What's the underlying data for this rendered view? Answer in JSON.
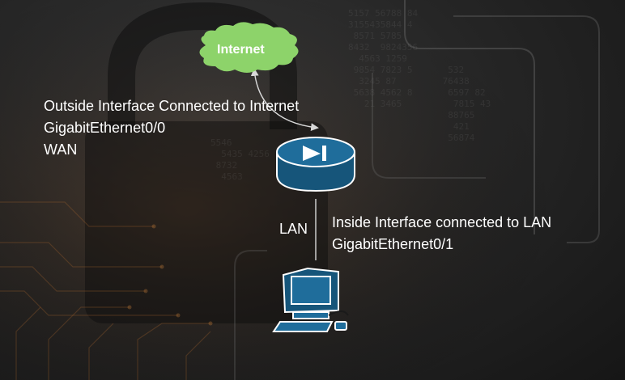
{
  "cloud": {
    "label": "Internet"
  },
  "outside_interface": {
    "lines": [
      "Outside Interface Connected to Internet",
      "GigabitEthernet0/0",
      "WAN"
    ]
  },
  "inside_interface": {
    "lines": [
      "Inside Interface connected to LAN",
      "GigabitEthernet0/1"
    ]
  },
  "lan_link": {
    "label": "LAN"
  },
  "colors": {
    "cloud_fill": "#8dd36a",
    "cloud_text": "#ffffff",
    "device_blue": "#1f6d9b",
    "device_blue_dark": "#16557a",
    "text": "#ffffff",
    "link_line": "#d8d8d8"
  },
  "icons": {
    "cloud": "cloud-icon",
    "router": "router-icon",
    "workstation": "workstation-icon"
  }
}
